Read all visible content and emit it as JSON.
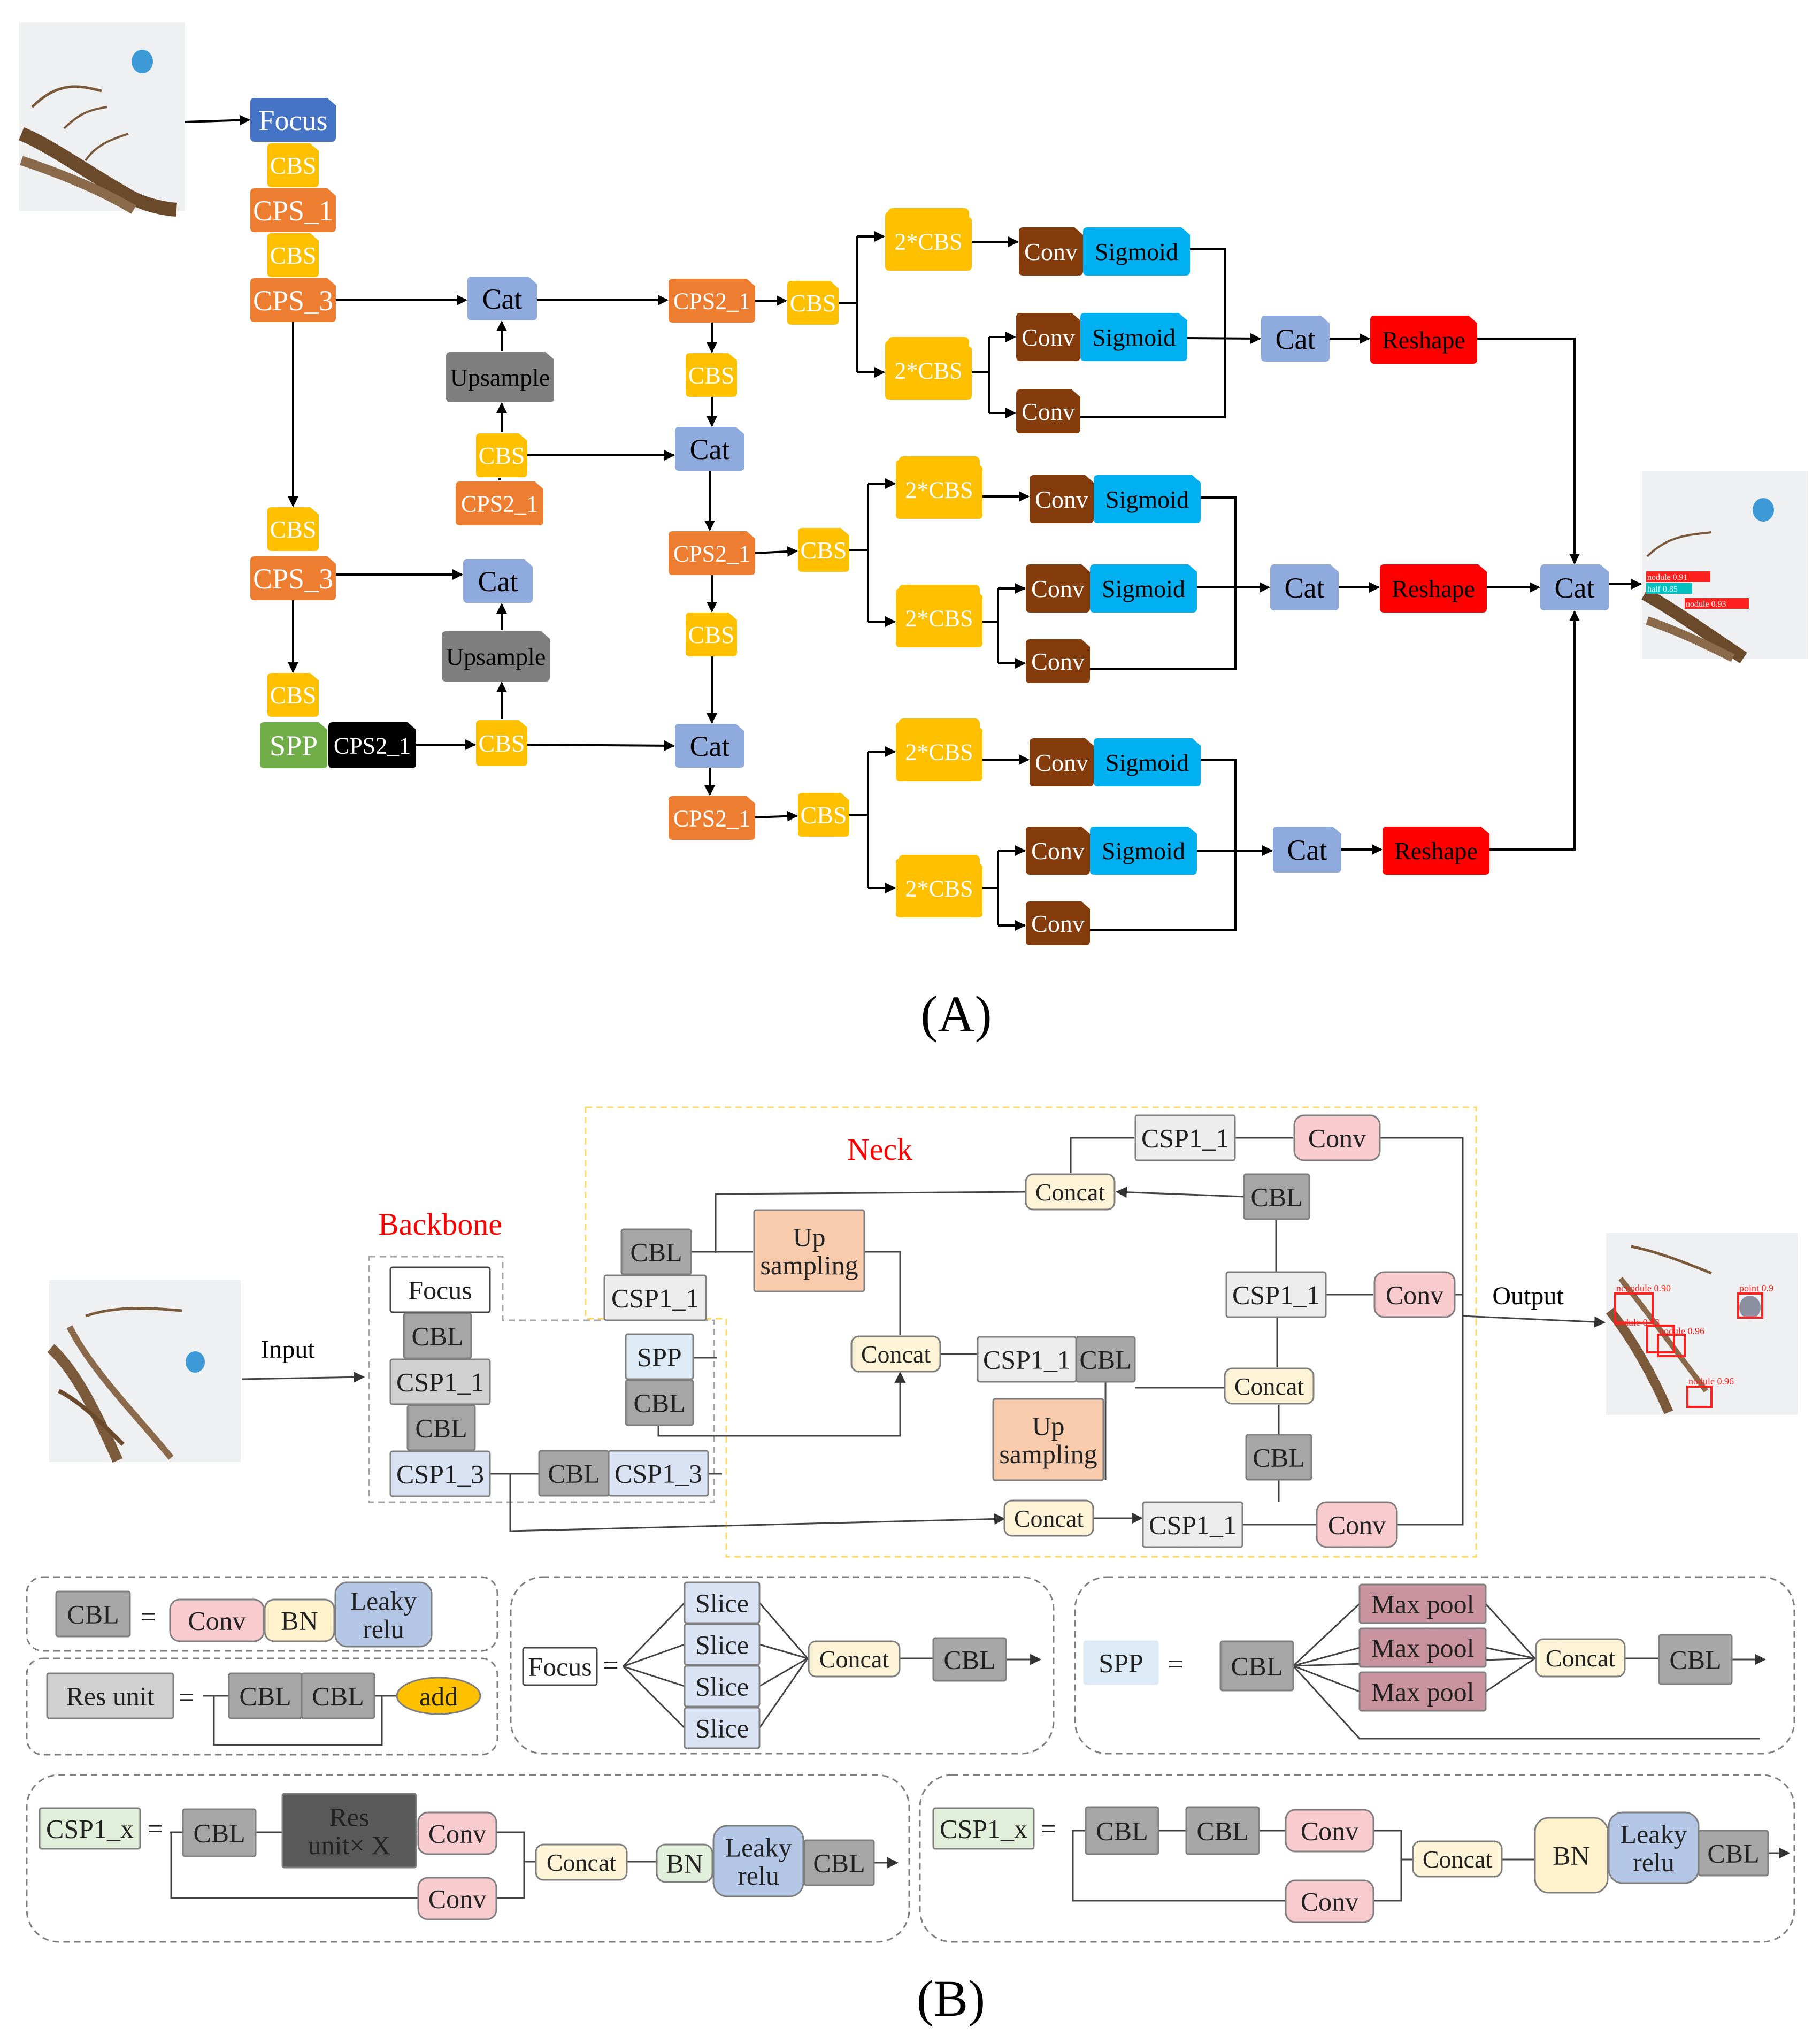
{
  "colors": {
    "focus": "#4472c4",
    "cbs": "#ffc000",
    "cps": "#ed7d31",
    "cat": "#8faadc",
    "upsample": "#7f7f7f",
    "spp_a": "#70ad47",
    "black": "#000000",
    "conv_a": "#843c0c",
    "sigmoid": "#00b0f0",
    "reshape": "#ff0000",
    "b_cbl": "#a6a6a6",
    "b_conv": "#f8cbcf",
    "b_bn": "#fff2cc",
    "b_leaky": "#b4c7e7",
    "b_res": "#d0d0d0",
    "b_add": "#ffc000",
    "b_slice": "#dae3f3",
    "b_concat": "#fdf3d7",
    "b_maxpool": "#c9939f",
    "b_spp": "#ddebf7",
    "b_csp_green": "#e2efda",
    "b_resunit": "#595959",
    "b_bn_green": "#e2efda",
    "b_upsampling": "#f8cbad",
    "b_csp_gray": "#ededed",
    "b_csp3": "#dae3f3",
    "backbone_border": "#a6a6a6",
    "neck_border": "#ffd966",
    "title_red": "#ff0000"
  },
  "icons": [
    "root-photo",
    "detection-result-photo",
    "arrow"
  ],
  "diagramA": {
    "caption": "(A)",
    "n": {
      "focus": "Focus",
      "cbs1": "CBS",
      "cps1": "CPS_1",
      "cbs2": "CBS",
      "cps3a": "CPS_3",
      "cbs3": "CBS",
      "cps3b": "CPS_3",
      "cbs4": "CBS",
      "spp": "SPP",
      "cps21b": "CPS2_1",
      "cat1": "Cat",
      "up1": "Upsample",
      "cbsU": "CBS",
      "cps21u": "CPS2_1",
      "cat2": "Cat",
      "up2": "Upsample",
      "cbsL": "CBS",
      "cps21_1": "CPS2_1",
      "cbsC1": "CBS",
      "cat3": "Cat",
      "cps21_2": "CPS2_1",
      "cbsC2": "CBS",
      "cat4": "Cat",
      "cps21_3": "CPS2_1",
      "cbsH1": "CBS",
      "cbsH2": "CBS",
      "cbsH3": "CBS",
      "h1a": "2*CBS",
      "h1b": "2*CBS",
      "h2a": "2*CBS",
      "h2b": "2*CBS",
      "h3a": "2*CBS",
      "h3b": "2*CBS",
      "conv1a": "Conv",
      "sig1a": "Sigmoid",
      "conv1b": "Conv",
      "sig1b": "Sigmoid",
      "conv1c": "Conv",
      "conv2a": "Conv",
      "sig2a": "Sigmoid",
      "conv2b": "Conv",
      "sig2b": "Sigmoid",
      "conv2c": "Conv",
      "conv3a": "Conv",
      "sig3a": "Sigmoid",
      "conv3b": "Conv",
      "sig3b": "Sigmoid",
      "conv3c": "Conv",
      "catH1": "Cat",
      "catH2": "Cat",
      "catH3": "Cat",
      "resh1": "Reshape",
      "resh2": "Reshape",
      "resh3": "Reshape",
      "catF": "Cat"
    },
    "detections": [
      "nodule 0.91",
      "half 0.85",
      "nodule 0.93"
    ]
  },
  "diagramB": {
    "caption": "(B)",
    "backbone_title": "Backbone",
    "neck_title": "Neck",
    "input_label": "Input",
    "output_label": "Output",
    "n": {
      "focus": "Focus",
      "cbl1": "CBL",
      "csp11": "CSP1_1",
      "cbl2": "CBL",
      "csp13": "CSP1_3",
      "spp": "SPP",
      "cbl3": "CBL",
      "cbl4": "CBL",
      "csp13b": "CSP1_3",
      "cbl5": "CBL",
      "csp11b": "CSP1_1",
      "ups1": [
        "Up",
        "sampling"
      ],
      "concat1": "Concat",
      "csp11c": "CSP1_1",
      "cbl6": "CBL",
      "ups2": [
        "Up",
        "sampling"
      ],
      "concat2": "Concat",
      "csp11top": "CSP1_1",
      "convtop": "Conv",
      "concattop": "Concat",
      "cbl7": "CBL",
      "csp11r": "CSP1_1",
      "convr": "Conv",
      "concatr": "Concat",
      "cbl8": "CBL",
      "csp11bot": "CSP1_1",
      "convbot": "Conv"
    },
    "detections": [
      "ncnodule 0.90",
      "nodule 0.93",
      "nodule 0.96",
      "point 0.9",
      "nodule 0.96"
    ],
    "legend": {
      "cbl_def": {
        "lhs": "CBL",
        "eq": "=",
        "parts": [
          "Conv",
          "BN",
          [
            "Leaky",
            "relu"
          ]
        ]
      },
      "res_def": {
        "lhs": "Res unit",
        "eq": "=",
        "parts": [
          "CBL",
          "CBL"
        ],
        "add": "add"
      },
      "focus_def": {
        "lhs": "Focus",
        "eq": "=",
        "slices": [
          "Slice",
          "Slice",
          "Slice",
          "Slice"
        ],
        "concat": "Concat",
        "cbl": "CBL"
      },
      "spp_def": {
        "lhs": "SPP",
        "eq": "=",
        "cbl": "CBL",
        "pools": [
          "Max pool",
          "Max pool",
          "Max pool"
        ],
        "concat": "Concat",
        "cbl2": "CBL"
      },
      "csp1_def": {
        "lhs": "CSP1_x",
        "eq": "=",
        "cbl": "CBL",
        "res": [
          "Res",
          "unit× X"
        ],
        "conv1": "Conv",
        "conv2": "Conv",
        "concat": "Concat",
        "bn": "BN",
        "leaky": [
          "Leaky",
          "relu"
        ],
        "cbl2": "CBL"
      },
      "csp2_def": {
        "lhs": "CSP1_x",
        "eq": "=",
        "cbl1": "CBL",
        "cbl2": "CBL",
        "conv1": "Conv",
        "conv2": "Conv",
        "concat": "Concat",
        "bn": "BN",
        "leaky": [
          "Leaky",
          "relu"
        ],
        "cbl3": "CBL"
      }
    }
  }
}
